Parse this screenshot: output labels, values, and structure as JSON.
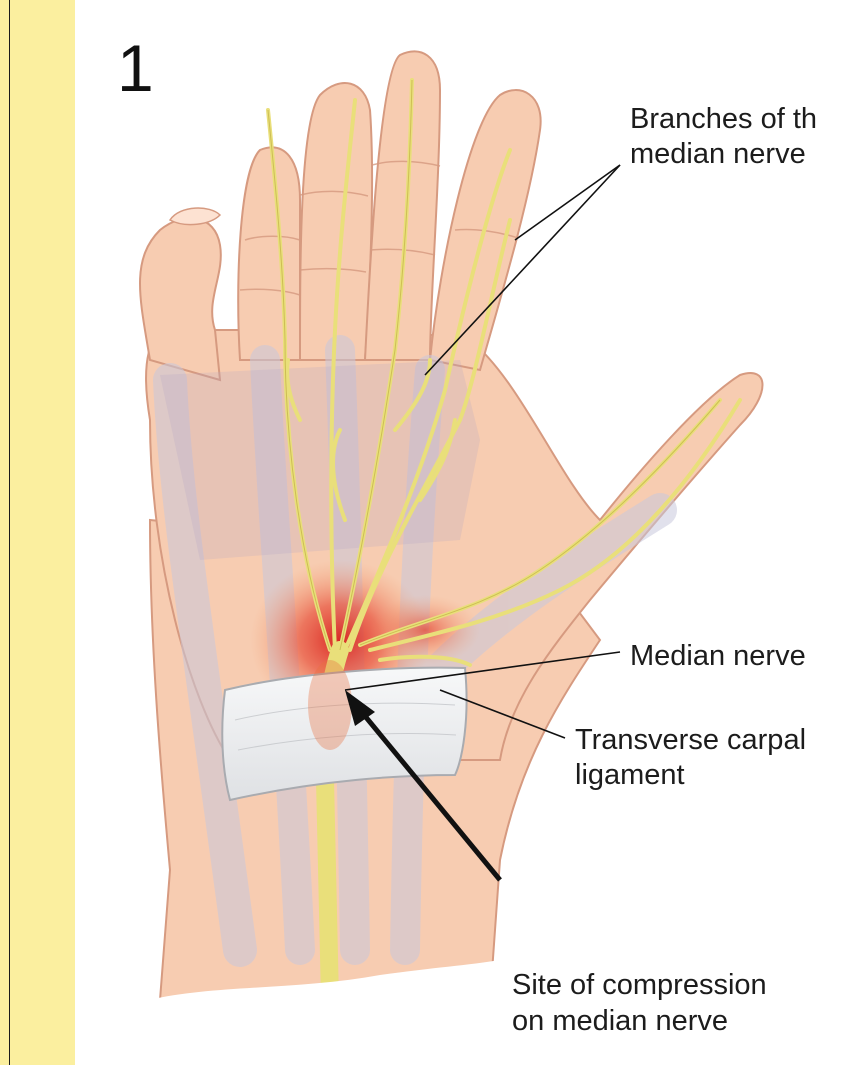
{
  "panel_number": "1",
  "labels": {
    "branches_line1": "Branches of th",
    "branches_line2": "median nerve",
    "median": "Median nerve",
    "transverse_line1": "Transverse carpal",
    "transverse_line2": "ligament",
    "compression_line1": "Site of compression",
    "compression_line2": "on median nerve"
  },
  "colors": {
    "background": "#fbef9f",
    "panel": "#ffffff",
    "skin": "#f7ccb1",
    "skin_outline": "#d69a80",
    "nerve": "#e9df7a",
    "tendon": "#c9c8dc",
    "inflammation": "#d8201c",
    "ligament": "#eceeef"
  }
}
